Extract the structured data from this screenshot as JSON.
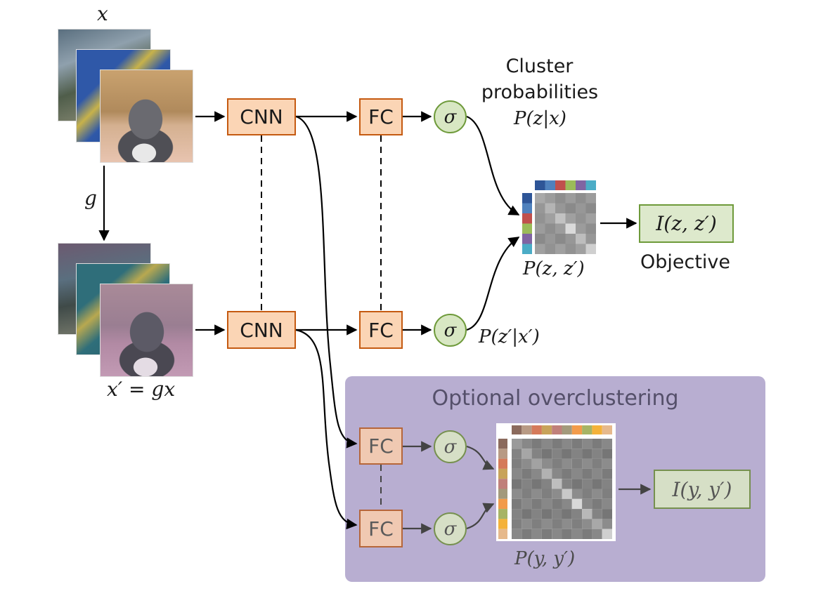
{
  "inputs": {
    "x_label": "x",
    "g_label": "g",
    "xprime_label": "x′ = gx"
  },
  "network": {
    "cnn_label": "CNN",
    "fc_label": "FC",
    "sigma_label": "σ"
  },
  "outputs": {
    "cluster_title_line1": "Cluster",
    "cluster_title_line2": "probabilities",
    "p_z_given_x": "P(z|x)",
    "p_zprime_given_xprime": "P(z′|x′)",
    "joint_label": "P(z, z′)",
    "objective_formula": "I(z, z′)",
    "objective_caption": "Objective"
  },
  "overclustering": {
    "title": "Optional overclustering",
    "fc_label": "FC",
    "sigma_label": "σ",
    "joint_label": "P(y, y′)",
    "objective_formula": "I(y, y′)"
  },
  "colors": {
    "nn_fill": "#fbd5b5",
    "nn_border": "#c55a11",
    "sigma_fill": "#d8e7c3",
    "sigma_border": "#6e9a3a",
    "panel": "#b8aed1",
    "main_cluster_colors": [
      "#2e5597",
      "#4f81bd",
      "#c0504d",
      "#9bbb59",
      "#8064a2",
      "#4bacc6"
    ],
    "over_cluster_colors": [
      "#8b6a5c",
      "#b89a84",
      "#d57a5a",
      "#c8a35a",
      "#c0807a",
      "#a39a7c",
      "#f29b4b",
      "#a7b465",
      "#f4b23a",
      "#e6b98c"
    ]
  }
}
